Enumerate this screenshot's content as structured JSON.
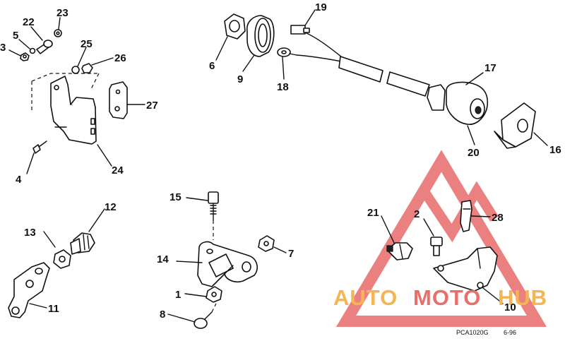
{
  "callouts": {
    "c1": "1",
    "c2": "2",
    "c3": "3",
    "c4": "4",
    "c5": "5",
    "c6": "6",
    "c7": "7",
    "c8": "8",
    "c9": "9",
    "c10": "10",
    "c11": "11",
    "c12": "12",
    "c13": "13",
    "c14": "14",
    "c15": "15",
    "c16": "16",
    "c17": "17",
    "c18": "18",
    "c19": "19",
    "c20": "20",
    "c21": "21",
    "c22": "22",
    "c23": "23",
    "c24": "24",
    "c25": "25",
    "c26": "26",
    "c27": "27",
    "c28": "28"
  },
  "figure_code": "PCA1020G",
  "figure_date": "6-96",
  "watermark": {
    "part1": "AUTO",
    "part2": "MOTO",
    "part3": "HUB",
    "color_orange": "#f5b555",
    "color_red": "#e85a5a"
  }
}
